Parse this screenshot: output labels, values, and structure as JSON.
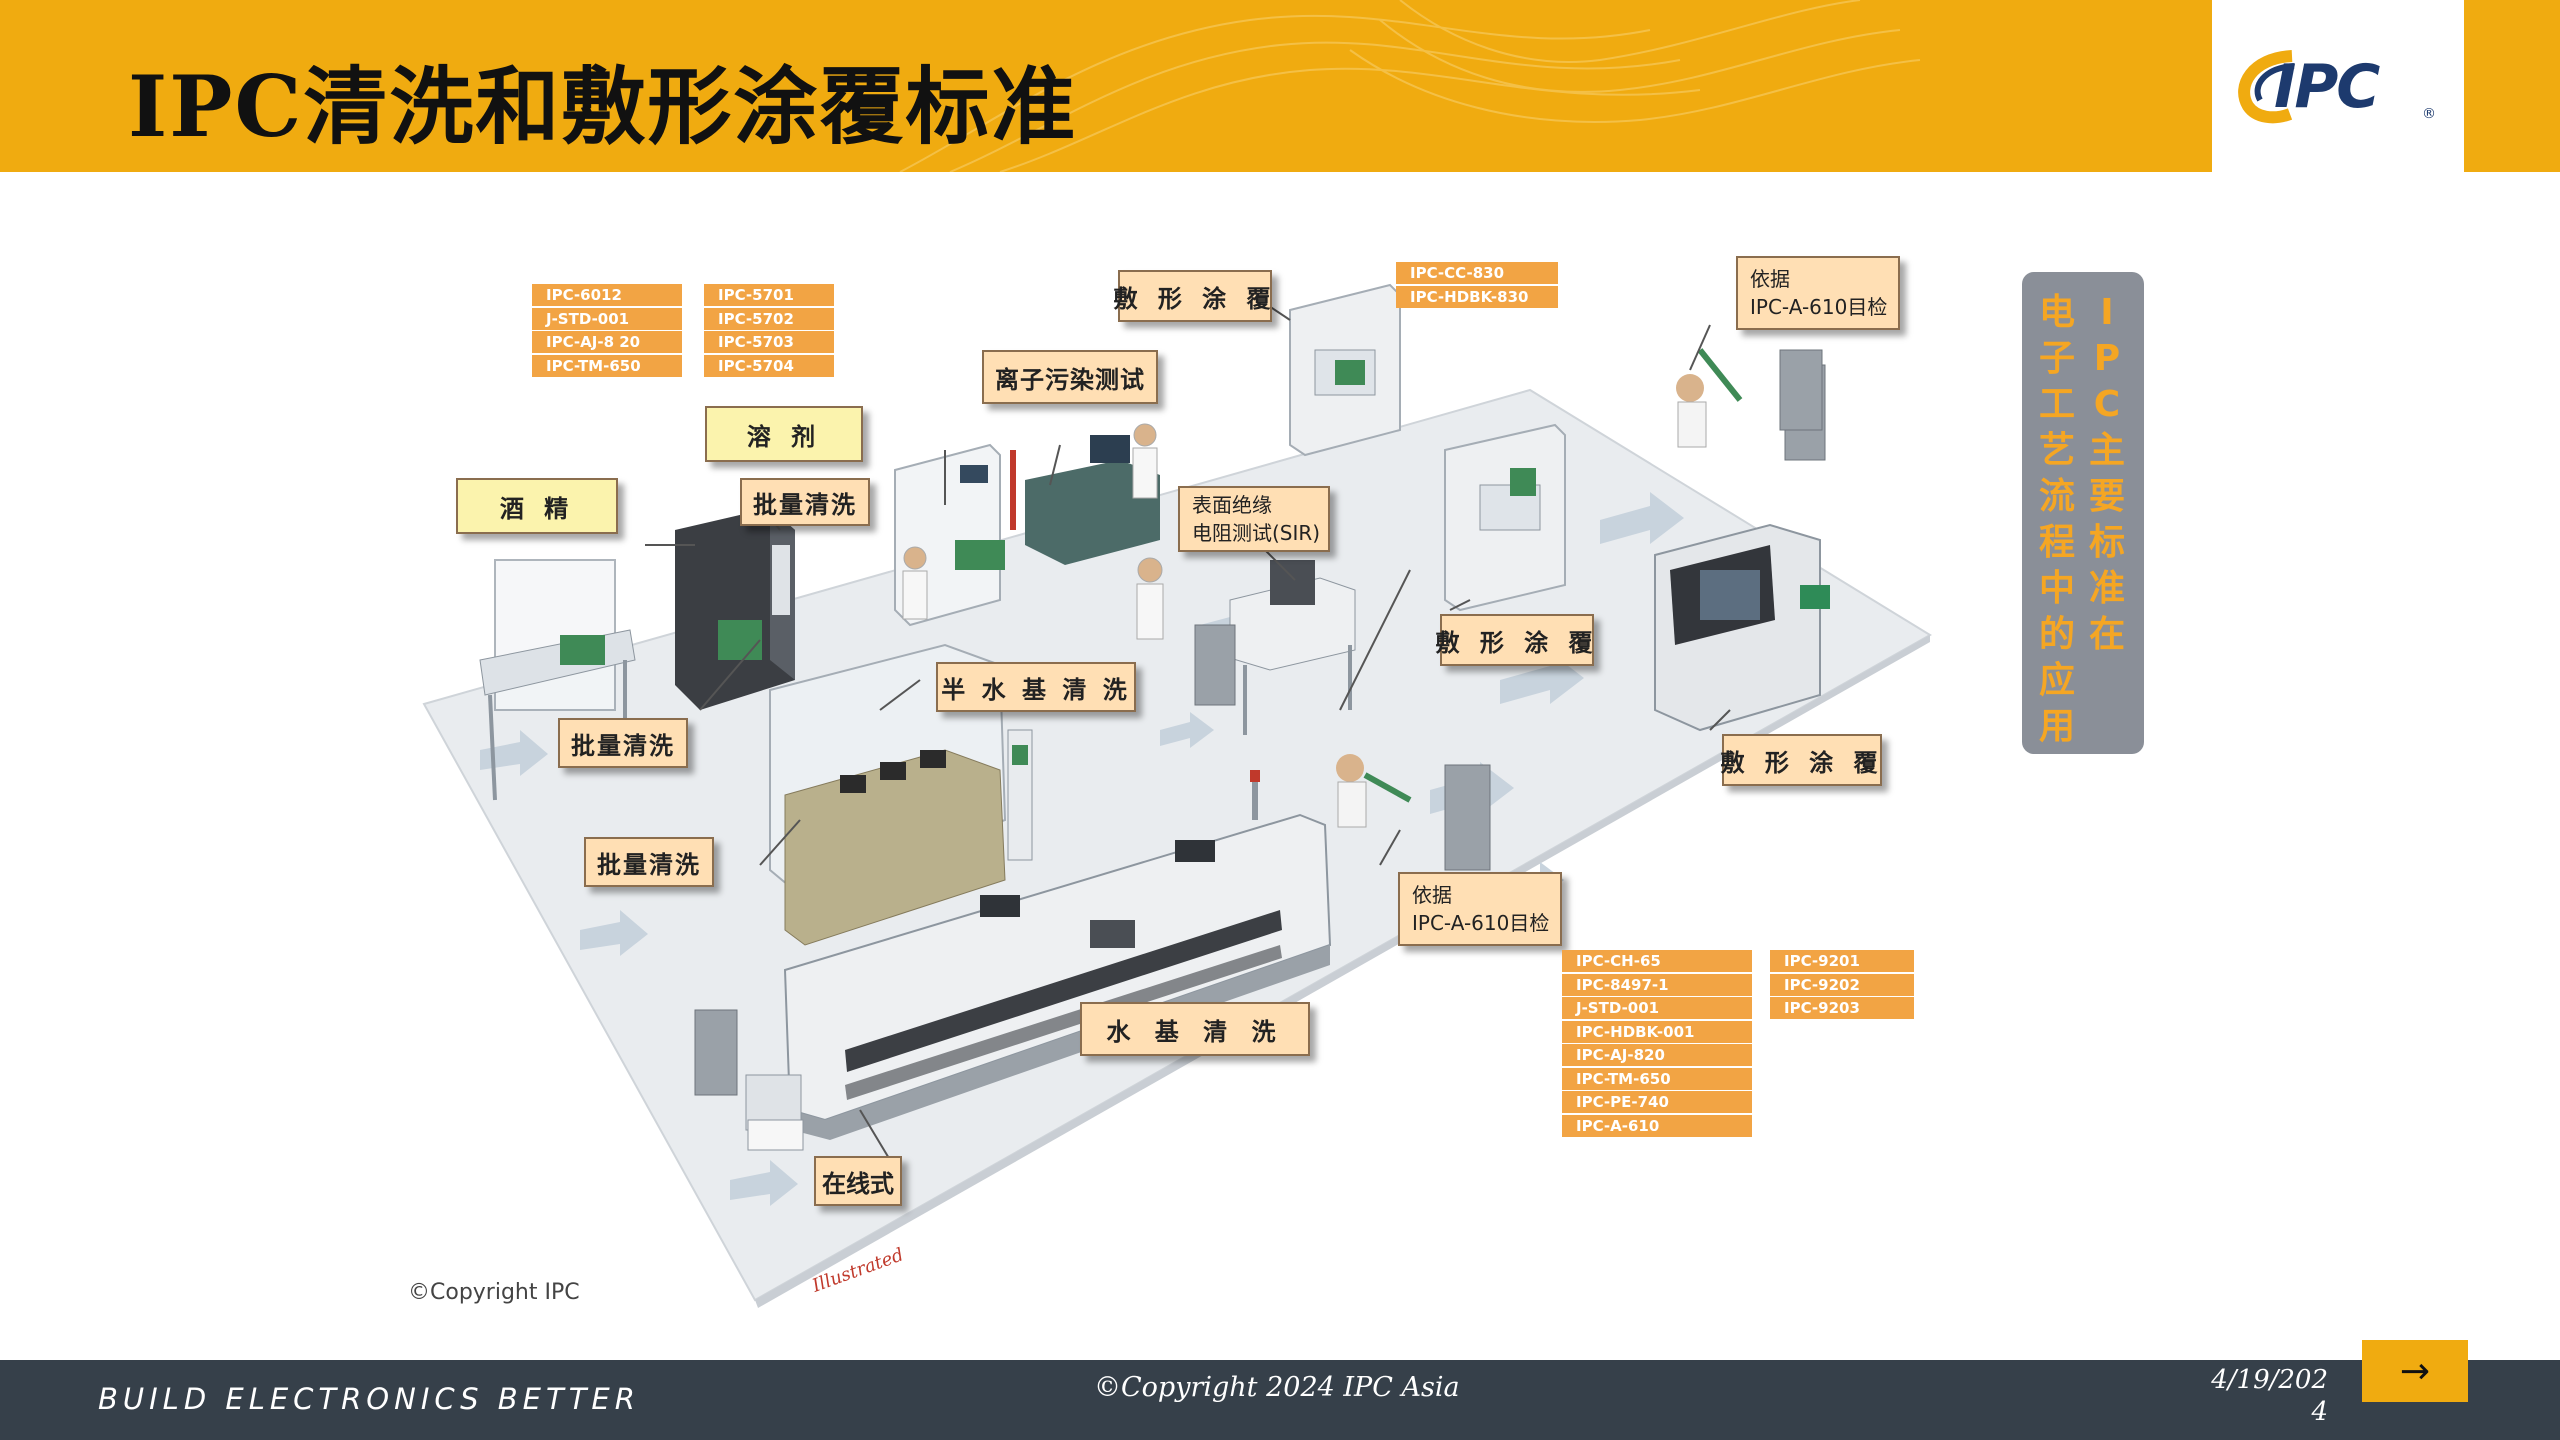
{
  "slide": {
    "title": "IPC清洗和敷形涂覆标准"
  },
  "logo": {
    "text": "IPC",
    "mark": "®"
  },
  "labels": {
    "alcohol": "酒 精",
    "solvent": "溶 剂",
    "batch_clean_top": "批量清洗",
    "batch_clean_left": "批量清洗",
    "batch_clean_mid": "批量清洗",
    "semi_aqueous": "半 水 基 清 洗",
    "aqueous": "水 基 清 洗",
    "inline": "在线式",
    "ionic_test": "离子污染测试",
    "sir_line1": "表面绝缘",
    "sir_line2": "电阻测试(SIR)",
    "coating_top": "敷 形 涂 覆",
    "coating_mid": "敷 形 涂 覆",
    "coating_right": "敷 形 涂 覆",
    "inspect_top_line1": "依据",
    "inspect_top_line2": "IPC-A-610目检",
    "inspect_bottom_line1": "依据",
    "inspect_bottom_line2": "IPC-A-610目检"
  },
  "standards": {
    "list_a": [
      "IPC-6012",
      "J-STD-001",
      "IPC-AJ-8 20",
      "IPC-TM-650"
    ],
    "list_b": [
      "IPC-5701",
      "IPC-5702",
      "IPC-5703",
      "IPC-5704"
    ],
    "list_c": [
      "IPC-CC-830",
      "IPC-HDBK-830"
    ],
    "list_d": [
      "IPC-CH-65",
      "IPC-8497-1",
      "J-STD-001",
      "IPC-HDBK-001",
      "IPC-AJ-820",
      "IPC-TM-650",
      "IPC-PE-740",
      "IPC-A-610"
    ],
    "list_e": [
      "IPC-9201",
      "IPC-9202",
      "IPC-9203"
    ]
  },
  "side_panel": {
    "col_left": [
      "电",
      "子",
      "工",
      "艺",
      "流",
      "程",
      "中",
      "的",
      "应",
      "用"
    ],
    "col_right": [
      "I",
      "P",
      "C",
      "主",
      "要",
      "标",
      "准",
      "在"
    ]
  },
  "copyright_ipc": "©Copyright IPC",
  "signature": "Illustrated",
  "footer": {
    "tagline": "BUILD ELECTRONICS BETTER",
    "copyright": "©Copyright 2024 IPC Asia",
    "date": "4/19/2024",
    "next_icon": "right-arrow-icon"
  },
  "colors": {
    "header": "#f0ab10",
    "footer": "#36404a",
    "label_fill": "#ffdfb4",
    "label_yellow": "#fbf3ad",
    "standard_fill": "#f2a444",
    "side_panel": "#8a8f98",
    "side_text": "#f5a623"
  }
}
